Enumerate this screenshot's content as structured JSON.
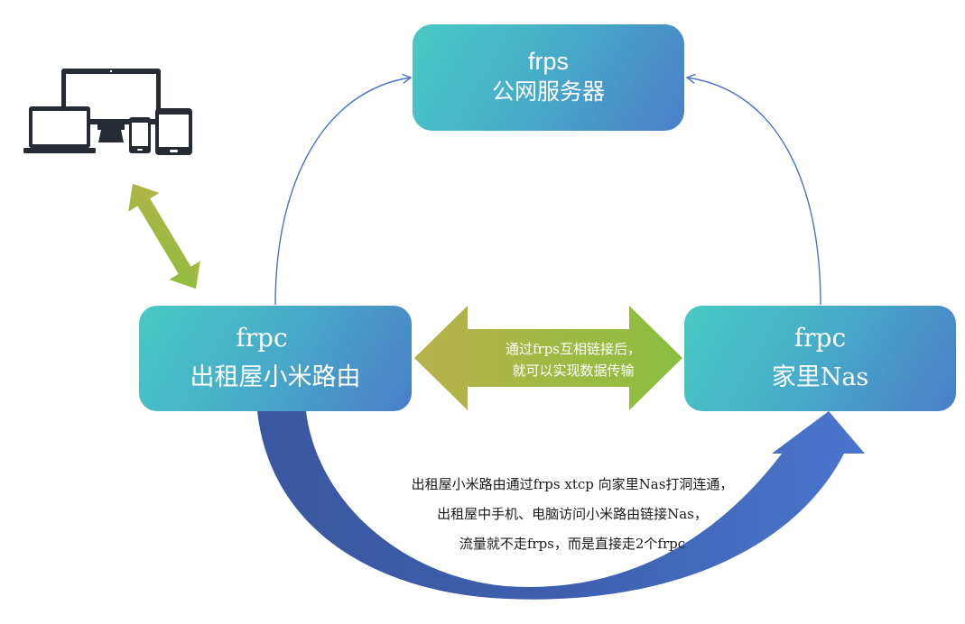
{
  "nodes": {
    "server": {
      "line1": "frps",
      "line2": "公网服务器"
    },
    "router": {
      "line1": "frpc",
      "line2": "出租屋小米路由"
    },
    "nas": {
      "line1": "frpc",
      "line2": "家里Nas"
    }
  },
  "middle_arrow": {
    "line1": "通过frps互相链接后，",
    "line2": "就可以实现数据传输"
  },
  "note": {
    "line1": "出租屋小米路由通过frps xtcp 向家里Nas打洞连通，",
    "line2": "出租屋中手机、电脑访问小米路由链接Nas，",
    "line3": "流量就不走frps，而是直接走2个frpc"
  },
  "icons": {
    "devices": "devices-icon"
  },
  "colors": {
    "node_gradient_start": "#49c9c4",
    "node_gradient_end": "#4a7ec9",
    "green_arrow_start": "#b5b34a",
    "green_arrow_end": "#8dc040",
    "curved_arrow": "#3f5fa8",
    "connector_line": "#4a72c8",
    "device_icon": "#252a33"
  }
}
